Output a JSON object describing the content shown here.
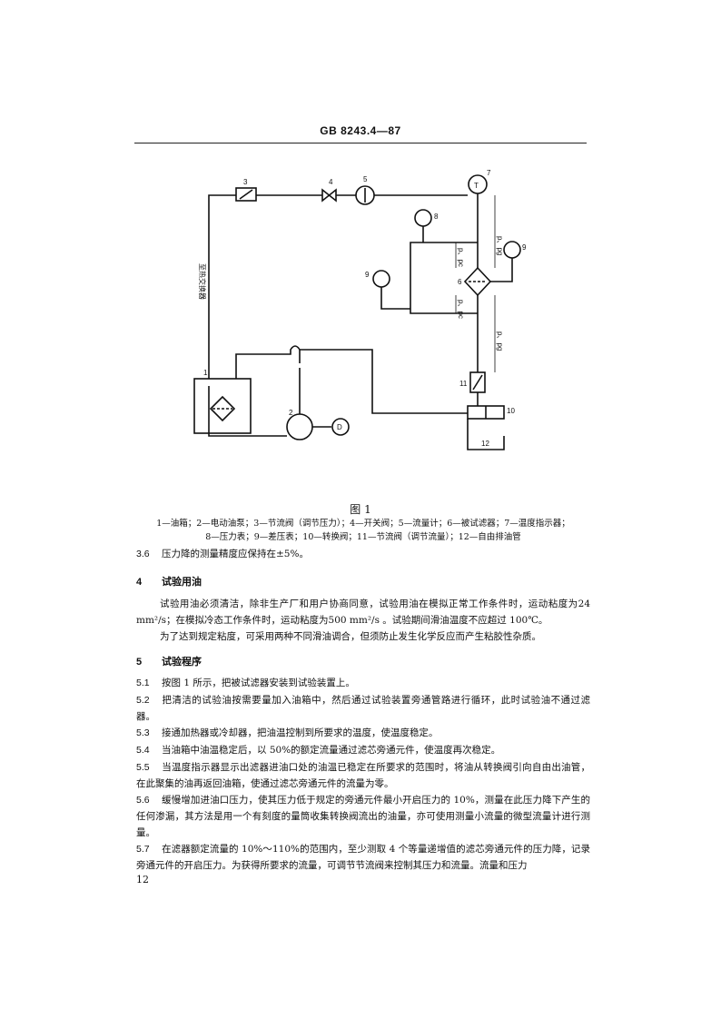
{
  "header": {
    "code": "GB 8243.4—87"
  },
  "diagram": {
    "labels": {
      "n1": "1",
      "n2": "2",
      "n3": "3",
      "n4": "4",
      "n5": "5",
      "n6": "6",
      "n7": "7",
      "n8": "8",
      "n9a": "9",
      "n9b": "9",
      "n10": "10",
      "n11": "11",
      "n12": "12",
      "T": "T",
      "D": "D",
      "p_pg_top": "p、pg",
      "p_pc_top": "p、pc",
      "p_pc_bot": "p、pc",
      "p_pg_bot": "p、pg",
      "vertical_text": "至热交换器"
    }
  },
  "figure": {
    "title": "图 1",
    "legend_line1": "1—油箱；2—电动油泵；3—节流阀（调节压力）；4—开关阀；5—流量计；6—被试滤器；7—温度指示器；",
    "legend_line2": "8—压力表；9—差压表；10—转换阀；11—节流阀（调节流量）；12—自由排油管"
  },
  "body": {
    "p36_num": "3.6",
    "p36_text": "压力降的测量精度应保持在±5%。",
    "s4_num": "4",
    "s4_title": "试验用油",
    "s4_p1": "试验用油必须清洁，除非生产厂和用户协商同意，试验用油在模拟正常工作条件时，运动粘度为24 mm²/s；在模拟冷态工作条件时，运动粘度为500 mm²/s 。试验期间滑油温度不应超过 100℃。",
    "s4_p2": "为了达到规定粘度，可采用两种不同滑油调合，但须防止发生化学反应而产生粘胶性杂质。",
    "s5_num": "5",
    "s5_title": "试验程序",
    "p51_num": "5.1",
    "p51_text": "按图 1 所示，把被试滤器安装到试验装置上。",
    "p52_num": "5.2",
    "p52_text": "把清洁的试验油按需要量加入油箱中，然后通过试验装置旁通管路进行循环，此时试验油不通过滤器。",
    "p53_num": "5.3",
    "p53_text": "接通加热器或冷却器，把油温控制到所要求的温度，使温度稳定。",
    "p54_num": "5.4",
    "p54_text": "当油箱中油温稳定后，以 50%的额定流量通过滤芯旁通元件，使温度再次稳定。",
    "p55_num": "5.5",
    "p55_text": "当温度指示器显示出滤器进油口处的油温已稳定在所要求的范围时，将油从转换阀引向自由出油管，在此聚集的油再返回油箱，使通过滤芯旁通元件的流量为零。",
    "p56_num": "5.6",
    "p56_text": "缓慢增加进油口压力，使其压力低于规定的旁通元件最小开启压力的 10%，测量在此压力降下产生的任何渗漏，其方法是用一个有刻度的量筒收集转换阀流出的油量，亦可使用测量小流量的微型流量计进行测量。",
    "p57_num": "5.7",
    "p57_text": "在滤器额定流量的 10%～110%的范围内，至少测取 4 个等量递增值的滤芯旁通元件的压力降，记录旁通元件的开启压力。为获得所要求的流量，可调节节流阀来控制其压力和流量。流量和压力"
  },
  "page_number": "12"
}
